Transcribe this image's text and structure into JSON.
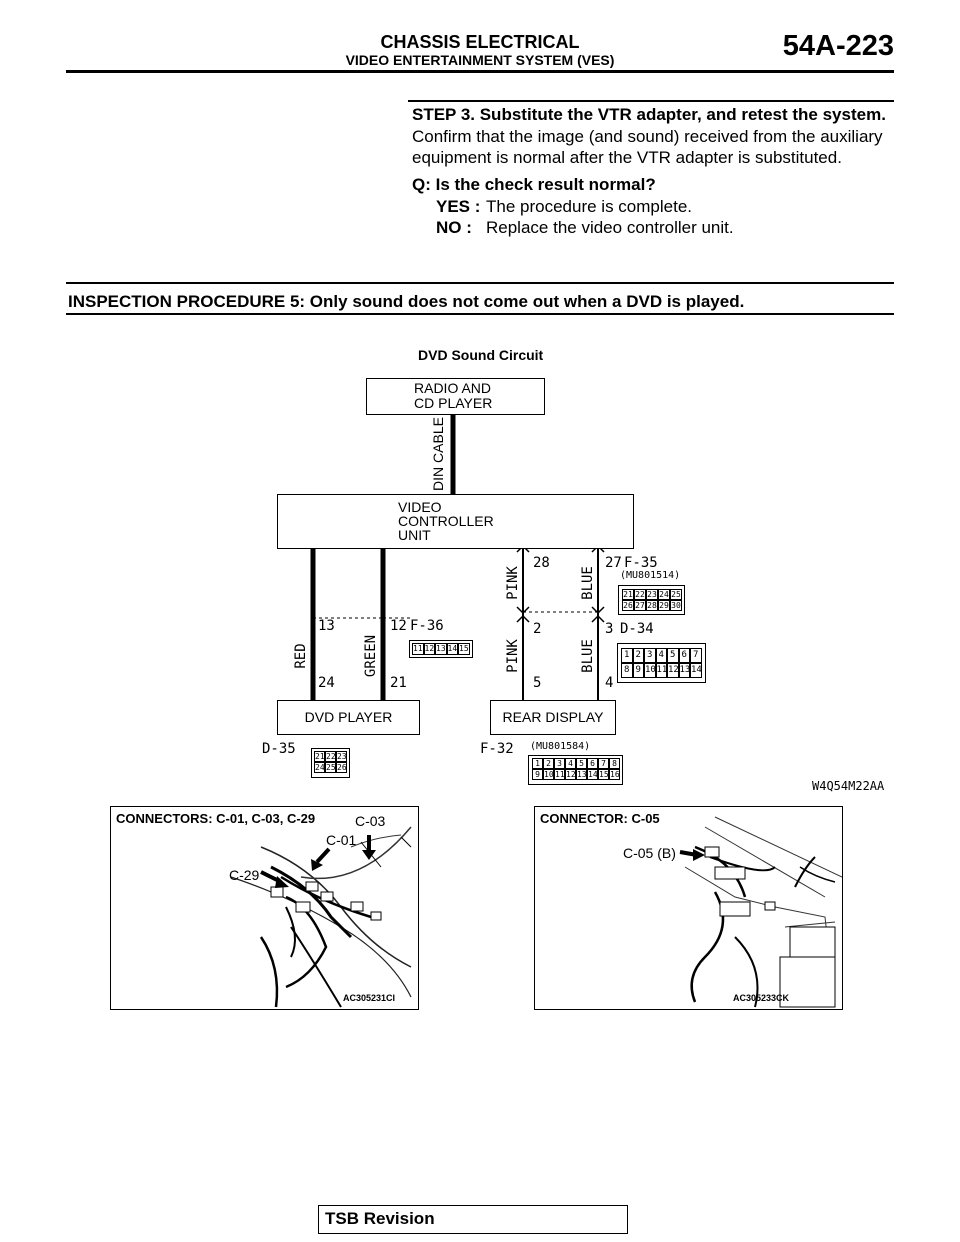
{
  "header": {
    "title": "CHASSIS ELECTRICAL",
    "subtitle": "VIDEO ENTERTAINMENT SYSTEM (VES)",
    "page_number": "54A-223"
  },
  "step": {
    "heading": "STEP 3. Substitute the VTR adapter, and retest the system.",
    "line1": "Confirm that the image (and sound) received from the auxiliary",
    "line2": "equipment is normal after the VTR adapter is substituted.",
    "question": "Q: Is the check result normal?",
    "yes_label": "YES :",
    "yes_text": "The procedure is complete.",
    "no_label": "NO :",
    "no_text": "Replace the video controller unit."
  },
  "procedure": {
    "heading": "INSPECTION PROCEDURE 5: Only sound does not come out when a DVD is played."
  },
  "diagram": {
    "title": "DVD Sound Circuit",
    "radio_line1": "RADIO AND",
    "radio_line2": "CD PLAYER",
    "din_cable": "DIN CABLE",
    "vcu_line1": "VIDEO",
    "vcu_line2": "CONTROLLER",
    "vcu_line3": "UNIT",
    "dvd_player": "DVD  PLAYER",
    "rear_display": "REAR DISPLAY",
    "wire_red": "RED",
    "wire_green": "GREEN",
    "wire_pink": "PINK",
    "wire_blue": "BLUE",
    "pin_13": "13",
    "pin_12": "12",
    "pin_24": "24",
    "pin_21": "21",
    "pin_28": "28",
    "pin_27": "27",
    "pin_2": "2",
    "pin_3": "3",
    "pin_5": "5",
    "pin_4": "4",
    "conn_f36": "F-36",
    "conn_f35": "F-35",
    "conn_d34": "D-34",
    "conn_d35": "D-35",
    "conn_f32": "F-32",
    "mu_f35": "(MU801514)",
    "mu_f32": "(MU801584)",
    "code": "W4Q54M22AA",
    "grid_f35_r1": [
      "21",
      "22",
      "23",
      "24",
      "25"
    ],
    "grid_f35_r2": [
      "26",
      "27",
      "28",
      "29",
      "30"
    ],
    "grid_f36": [
      "11",
      "12",
      "13",
      "14",
      "15"
    ],
    "grid_d34_r1": [
      "1",
      "2",
      "3",
      "4",
      "5",
      "6",
      "7"
    ],
    "grid_d34_r2": [
      "8",
      "9",
      "10",
      "11",
      "12",
      "13",
      "14"
    ],
    "grid_d35_r1": [
      "21",
      "22",
      "23"
    ],
    "grid_d35_r2": [
      "24",
      "25",
      "26"
    ],
    "grid_f32_r1": [
      "1",
      "2",
      "3",
      "4",
      "5",
      "6",
      "7",
      "8"
    ],
    "grid_f32_r2": [
      "9",
      "10",
      "11",
      "12",
      "13",
      "14",
      "15",
      "16"
    ]
  },
  "photo_left": {
    "title": "CONNECTORS: C-01, C-03, C-29",
    "callout_c03": "C-03",
    "callout_c01": "C-01",
    "callout_c29": "C-29",
    "code": "AC305231CI"
  },
  "photo_right": {
    "title": "CONNECTOR: C-05",
    "callout_c05": "C-05 (B)",
    "code": "AC305233CK"
  },
  "footer": {
    "label": "TSB Revision"
  }
}
